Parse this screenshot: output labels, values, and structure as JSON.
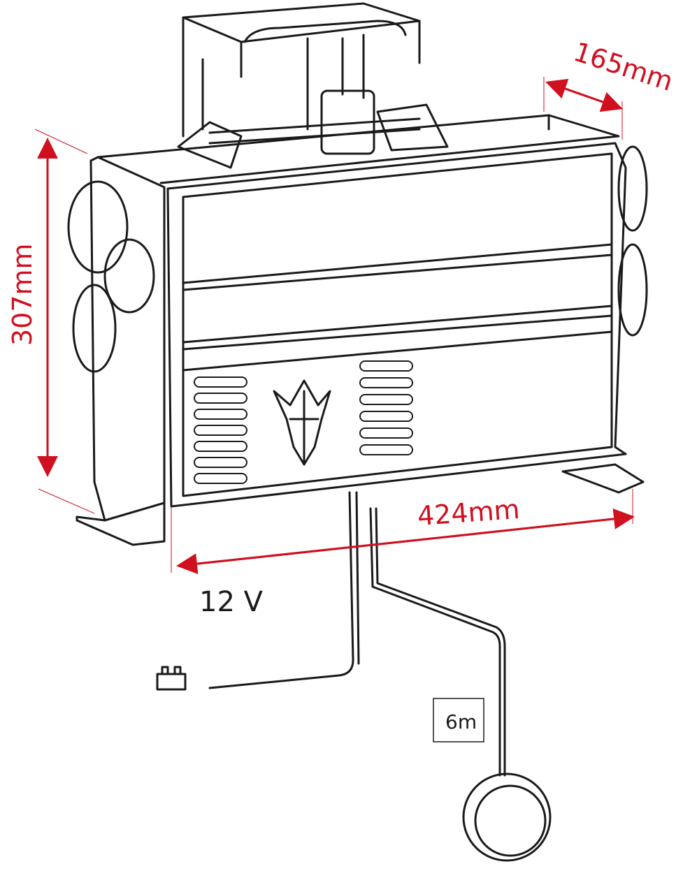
{
  "dimensions": {
    "depth": "165mm",
    "height": "307mm",
    "width": "424mm"
  },
  "labels": {
    "voltage": "12 V",
    "cable_length": "6m"
  },
  "colors": {
    "dimension": "#d0101f",
    "line": "#1a1a1a"
  }
}
